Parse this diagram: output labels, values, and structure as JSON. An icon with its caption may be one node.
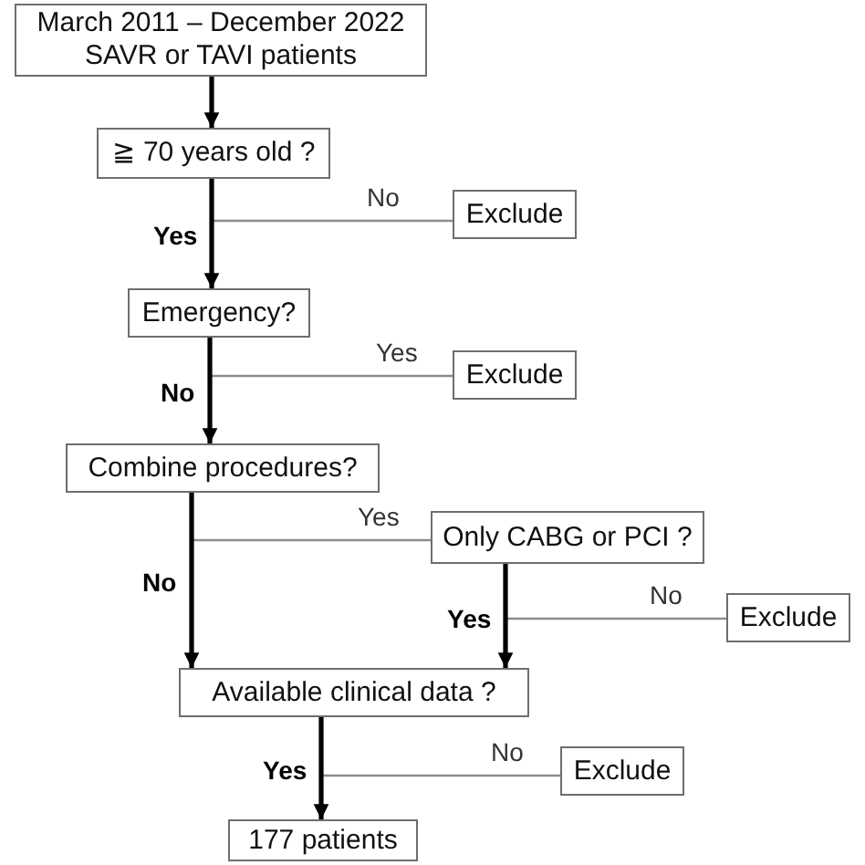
{
  "diagram": {
    "nodes": [
      {
        "text": [
          "March 2011 – December 2022 SAVR or TAVI patients"
        ]
      },
      {
        "text": [
          "≧ 70 years old ?"
        ]
      },
      {
        "text": [
          "Exclude"
        ]
      },
      {
        "text": [
          "Emergency?"
        ]
      },
      {
        "text": [
          "Exclude"
        ]
      },
      {
        "text": [
          "Combine procedures?"
        ]
      },
      {
        "text": [
          "Only CABG or PCI ?"
        ]
      },
      {
        "text": [
          "Exclude"
        ]
      },
      {
        "text": [
          "Available clinical data ?"
        ]
      },
      {
        "text": [
          "Exclude"
        ]
      },
      {
        "text": [
          "177 patients"
        ]
      }
    ],
    "edges": [
      {
        "from": 0,
        "to": 1,
        "arrow": "to"
      },
      {
        "from": 1,
        "to": 2,
        "arrow": "none",
        "label": "No",
        "color": "#8c8c8c"
      },
      {
        "from": 1,
        "to": 3,
        "arrow": "to",
        "label": "Yes"
      },
      {
        "from": 3,
        "to": 4,
        "arrow": "none",
        "label": "Yes",
        "color": "#8c8c8c"
      },
      {
        "from": 3,
        "to": 5,
        "arrow": "to",
        "label": "No"
      },
      {
        "from": 5,
        "to": 6,
        "arrow": "none",
        "label": "Yes",
        "color": "#8c8c8c"
      },
      {
        "from": 5,
        "to": 8,
        "arrow": "to",
        "label": "No"
      },
      {
        "from": 6,
        "to": 7,
        "arrow": "none",
        "label": "No",
        "color": "#8c8c8c"
      },
      {
        "from": 6,
        "to": 8,
        "arrow": "to",
        "label": "Yes"
      },
      {
        "from": 8,
        "to": 9,
        "arrow": "none",
        "label": "No",
        "color": "#8c8c8c"
      },
      {
        "from": 8,
        "to": 10,
        "arrow": "to",
        "label": "Yes"
      }
    ]
  }
}
